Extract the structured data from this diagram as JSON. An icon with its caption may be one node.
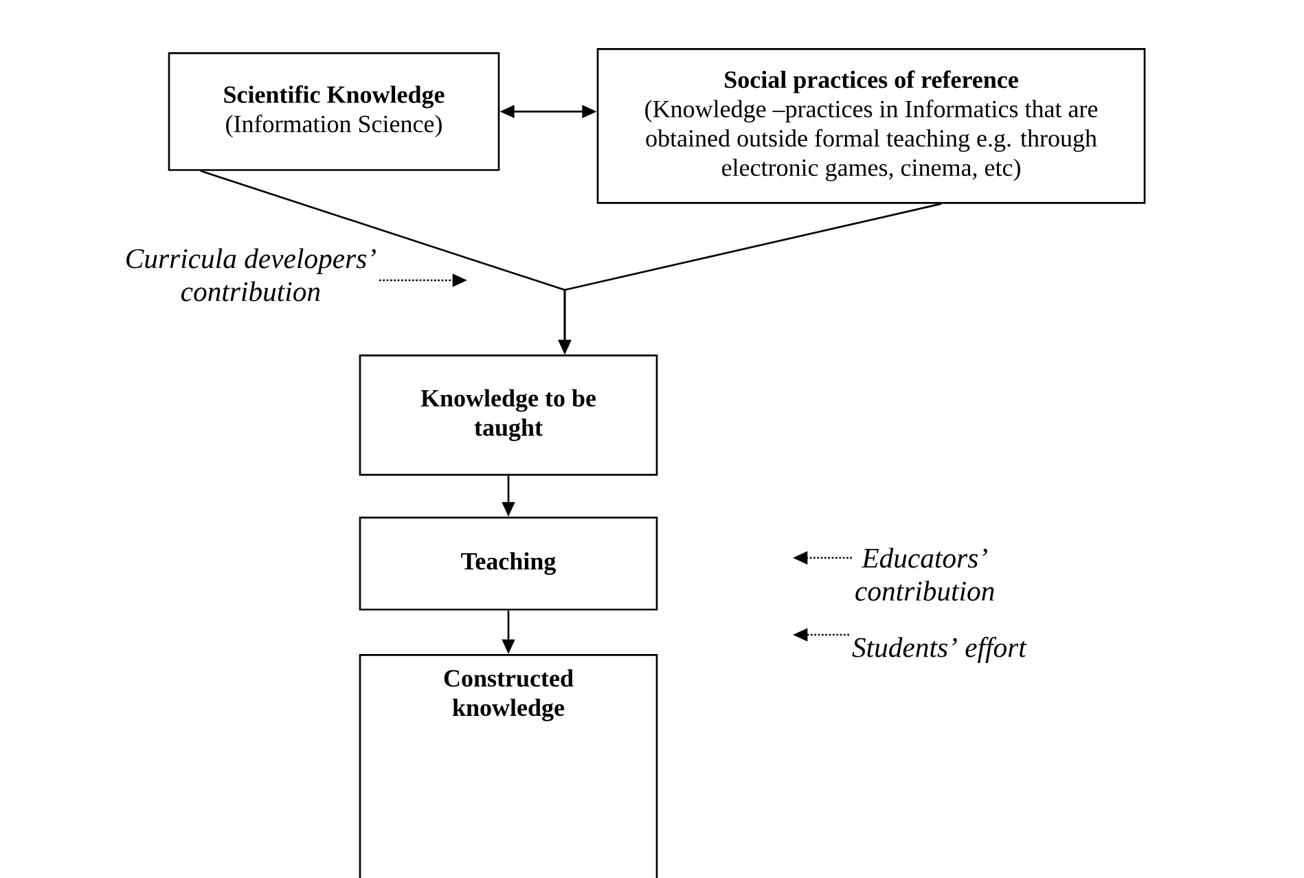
{
  "diagram": {
    "nodes": [
      {
        "text": [
          "Scientific Knowledge",
          "(Information Science)"
        ]
      },
      {
        "text": [
          "Social practices of reference",
          "(Knowledge –practices in Informatics that are obtained outside formal teaching e.g. through electronic games, cinema, etc)"
        ]
      },
      {
        "text": [
          "Knowledge to be taught"
        ]
      },
      {
        "text": [
          "Teaching"
        ]
      },
      {
        "text": [
          "Constructed knowledge"
        ]
      },
      {
        "text": [
          "Curricula developers’ contribution"
        ]
      },
      {
        "text": [
          "Educators’ contribution"
        ]
      },
      {
        "text": [
          "Students’ effort"
        ]
      }
    ],
    "edges": [
      {
        "from": 0,
        "to": 1,
        "arrow": "both"
      },
      {
        "from": 0,
        "to": 2,
        "arrow": "to"
      },
      {
        "from": 1,
        "to": 2,
        "arrow": "to"
      },
      {
        "from": 2,
        "to": 3,
        "arrow": "to"
      },
      {
        "from": 3,
        "to": 4,
        "arrow": "to"
      },
      {
        "from": 5,
        "to": null,
        "arrow": "to",
        "style": "dashed"
      },
      {
        "from": 6,
        "to": null,
        "arrow": "to",
        "style": "dashed"
      },
      {
        "from": 7,
        "to": null,
        "arrow": "to",
        "style": "dashed"
      }
    ]
  }
}
